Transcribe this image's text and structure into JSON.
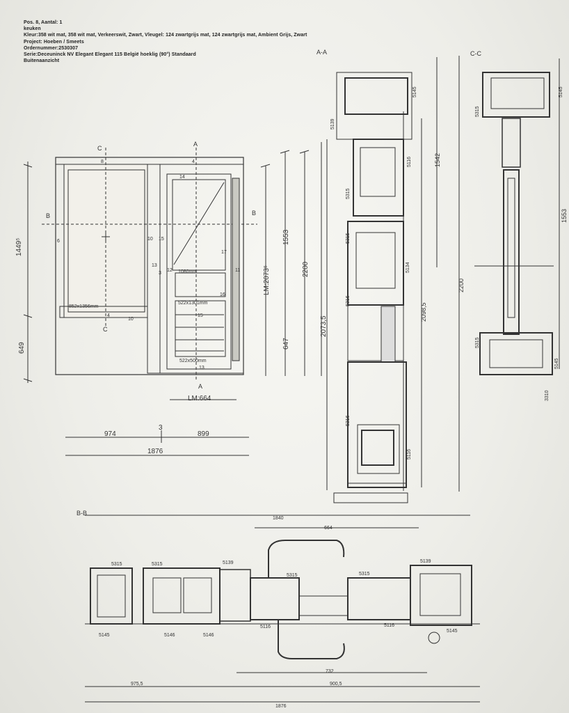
{
  "header": {
    "lines": [
      "Pos. 8, Aantal: 1",
      "keuken",
      "Kleur:358 wit mat, 358 wit mat, Verkeerswit, Zwart, Vleugel: 124 zwartgrijs mat, 124 zwartgrijs mat, Ambient Grijs, Zwart",
      "Project: Hoeben / Smeets",
      "Ordernummer:2530307",
      "Serie:Deceuninck NV Elegant Elegant 115 België hoeklig (90°) Standaard",
      "Buitenaanzicht"
    ]
  },
  "section_labels": {
    "aa": "A-A",
    "cc": "C-C",
    "bb": "B-B",
    "a_top": "A",
    "a_bottom": "A",
    "b_left": "B",
    "b_right": "B",
    "c_top": "C",
    "c_bottom": "C"
  },
  "elevation": {
    "panel_left": "852x1356mm",
    "panel_1080": "1080mm",
    "panel_522_1301": "522x1301mm",
    "panel_522_500": "522x500mm",
    "tags": [
      "8",
      "4",
      "14",
      "6",
      "10",
      "15",
      "17",
      "12",
      "13",
      "11",
      "16",
      "15",
      "13",
      "10",
      "4",
      "3"
    ],
    "dim_1449": "1449⁵",
    "dim_649": "649",
    "dim_lm2073": "LM:2073⁵",
    "dim_1553": "1553",
    "dim_2200": "2200",
    "dim_647": "647",
    "dim_2073": "2073,5",
    "dim_lm664": "LM:664",
    "dim_974": "974",
    "dim_3": "3",
    "dim_899": "899",
    "dim_1876": "1876"
  },
  "section_aa": {
    "labels": [
      "5139",
      "5145",
      "5116",
      "5315",
      "5315",
      "5134",
      "5316",
      "5316",
      "5116"
    ],
    "dim_1542": "1542",
    "dim_2098": "2098,5",
    "dim_2200": "2200"
  },
  "section_cc": {
    "labels": [
      "5315",
      "5145",
      "5315",
      "5145",
      "3310"
    ],
    "dim_1553": "1553"
  },
  "section_bb": {
    "labels": [
      "5315",
      "5315",
      "5139",
      "5315",
      "5315",
      "5139",
      "5145",
      "5146",
      "5146",
      "5116",
      "5116",
      "5145"
    ],
    "dim_1840": "1840",
    "dim_664": "664",
    "dim_732": "732",
    "dim_975": "975,5",
    "dim_900": "900,5",
    "dim_1876": "1876"
  }
}
